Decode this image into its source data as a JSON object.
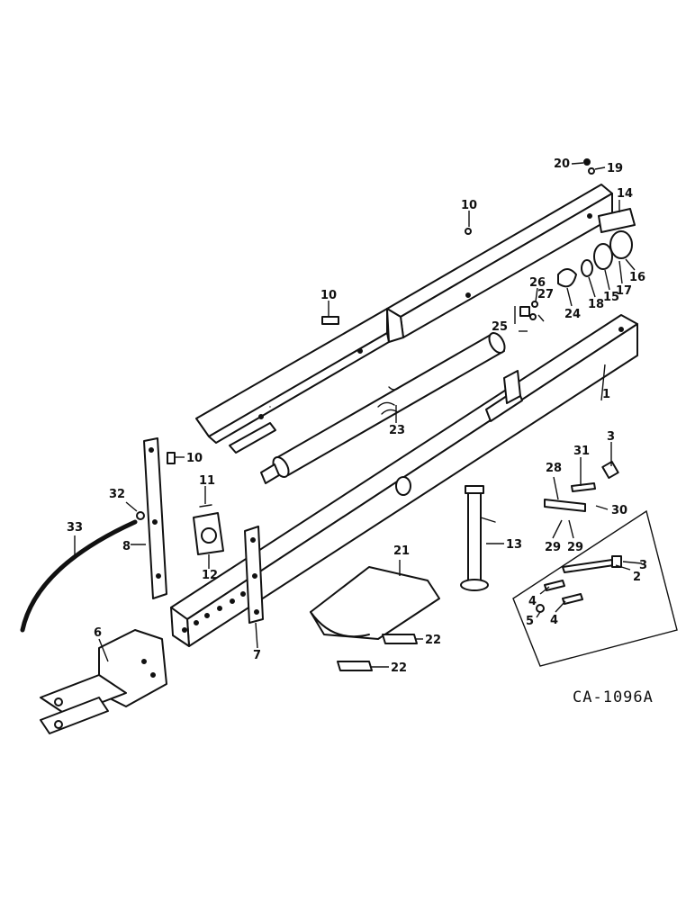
{
  "figure": {
    "drawing_code": "CA-1096A"
  },
  "parts": [
    {
      "id": "main-tube",
      "callout": "1"
    },
    {
      "id": "link-2",
      "callout": "2"
    },
    {
      "id": "spring-a",
      "callout": "3"
    },
    {
      "id": "spring-b",
      "callout": "3"
    },
    {
      "id": "clip-a",
      "callout": "4"
    },
    {
      "id": "clip-b",
      "callout": "4"
    },
    {
      "id": "pin-5",
      "callout": "5"
    },
    {
      "id": "hitch-clevis",
      "callout": "6"
    },
    {
      "id": "strap-7",
      "callout": "7"
    },
    {
      "id": "strap-8",
      "callout": "8"
    },
    {
      "id": "clip-10-a",
      "callout": "10"
    },
    {
      "id": "clip-10-b",
      "callout": "10"
    },
    {
      "id": "clip-10-c",
      "callout": "10"
    },
    {
      "id": "pin-11",
      "callout": "11"
    },
    {
      "id": "bearing-12",
      "callout": "12"
    },
    {
      "id": "jack-stand",
      "callout": "13"
    },
    {
      "id": "bracket-14",
      "callout": "14"
    },
    {
      "id": "flange-15",
      "callout": "15"
    },
    {
      "id": "ring-16",
      "callout": "16"
    },
    {
      "id": "washer-17",
      "callout": "17"
    },
    {
      "id": "collar-18",
      "callout": "18"
    },
    {
      "id": "bolt-19",
      "callout": "19"
    },
    {
      "id": "nut-20",
      "callout": "20"
    },
    {
      "id": "shield-21",
      "callout": "21"
    },
    {
      "id": "plate-22-a",
      "callout": "22"
    },
    {
      "id": "plate-22-b",
      "callout": "22"
    },
    {
      "id": "driveshaft",
      "callout": "23"
    },
    {
      "id": "yoke-24",
      "callout": "24"
    },
    {
      "id": "cross-25",
      "callout": "25"
    },
    {
      "id": "cap-26",
      "callout": "26"
    },
    {
      "id": "fitting-27",
      "callout": "27"
    },
    {
      "id": "pin-28",
      "callout": "28"
    },
    {
      "id": "cotter-29-a",
      "callout": "29"
    },
    {
      "id": "cotter-29-b",
      "callout": "29"
    },
    {
      "id": "bolt-30",
      "callout": "30"
    },
    {
      "id": "pin-31",
      "callout": "31"
    },
    {
      "id": "nut-32",
      "callout": "32"
    },
    {
      "id": "hose-33",
      "callout": "33"
    }
  ]
}
